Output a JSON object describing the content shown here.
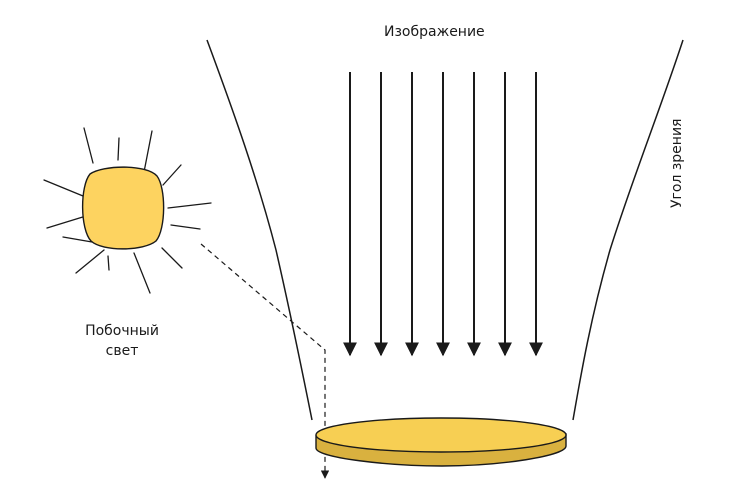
{
  "labels": {
    "image": "Изображение",
    "view_angle": "Угол зрения",
    "stray_light_line1": "Побочный",
    "stray_light_line2": "свет"
  },
  "arrows": {
    "count": 7
  },
  "colors": {
    "sun_fill": "#fdd360",
    "lens_top": "#f7cf53",
    "lens_side": "#d9b13f",
    "stroke": "#1a1a1a"
  }
}
